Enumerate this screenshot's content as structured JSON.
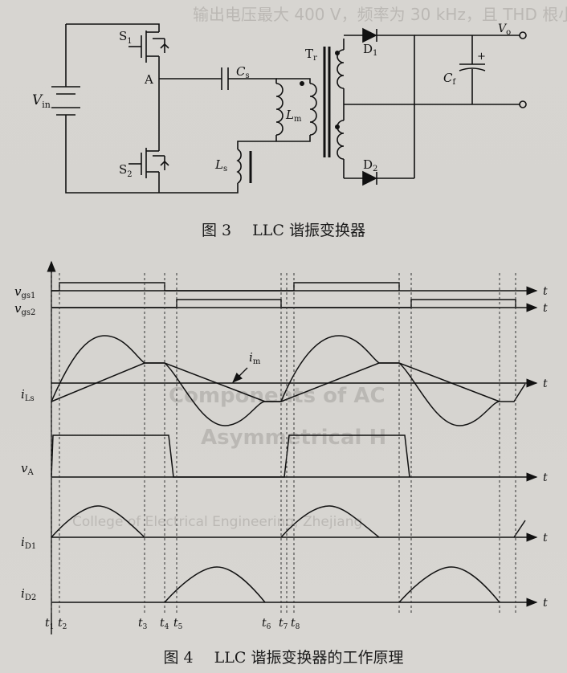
{
  "background_text": {
    "line1": "输出电压最大 400 V，频率为 30 kHz，且 THD 根小",
    "line2": "Components of AC",
    "line3": "Asymmetrical H",
    "line4": "College of Electrical Engineering, Zhejiang"
  },
  "figure3": {
    "fig_label": "图 3",
    "title": "LLC 谐振变换器",
    "components": {
      "vin": "V",
      "vin_sub": "in",
      "s1": "S",
      "s1_sub": "1",
      "s2": "S",
      "s2_sub": "2",
      "node_a": "A",
      "cs": "C",
      "cs_sub": "s",
      "lm": "L",
      "lm_sub": "m",
      "ls": "L",
      "ls_sub": "s",
      "tr": "T",
      "tr_sub": "r",
      "d1": "D",
      "d1_sub": "1",
      "d2": "D",
      "d2_sub": "2",
      "cf": "C",
      "cf_sub": "f",
      "cf_plus": "+",
      "vo": "V",
      "vo_sub": "o"
    }
  },
  "figure4": {
    "fig_label": "图 4",
    "title": "LLC 谐振变换器的工作原理",
    "axis_t": "t",
    "signals": {
      "vgs1": "v",
      "vgs1_sub": "gs1",
      "vgs2": "v",
      "vgs2_sub": "gs2",
      "ils": "i",
      "ils_sub": "Ls",
      "im": "i",
      "im_sub": "m",
      "va": "v",
      "va_sub": "A",
      "id1": "i",
      "id1_sub": "D1",
      "id2": "i",
      "id2_sub": "D2"
    },
    "time_markers": [
      {
        "t": "t",
        "sub": "1"
      },
      {
        "t": "t",
        "sub": "2"
      },
      {
        "t": "t",
        "sub": "3"
      },
      {
        "t": "t",
        "sub": "4"
      },
      {
        "t": "t",
        "sub": "5"
      },
      {
        "t": "t",
        "sub": "6"
      },
      {
        "t": "t",
        "sub": "7"
      },
      {
        "t": "t",
        "sub": "8"
      }
    ]
  }
}
